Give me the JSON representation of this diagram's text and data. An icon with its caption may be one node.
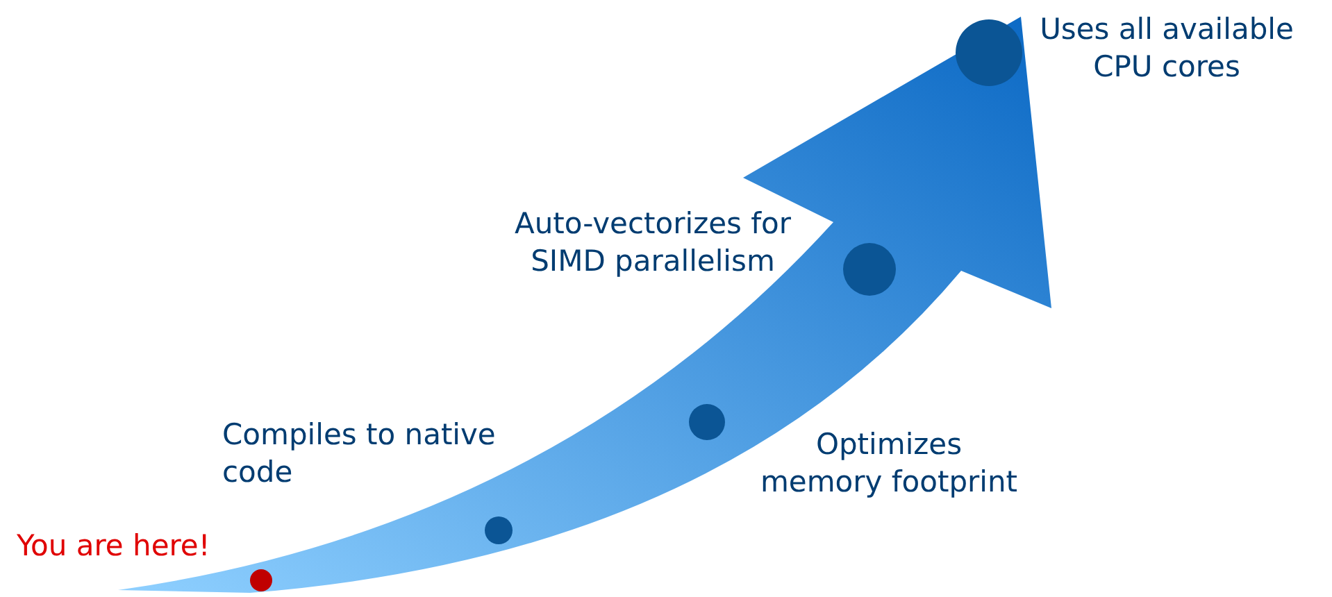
{
  "diagram": {
    "nodes": [
      {
        "text": [],
        "shape": "circle",
        "beside": [
          "You are here!"
        ]
      },
      {
        "text": [],
        "shape": "circle",
        "beside": [
          "Compiles to native code"
        ]
      },
      {
        "text": [],
        "shape": "circle",
        "beside": [
          "Optimizes memory footprint"
        ]
      },
      {
        "text": [],
        "shape": "circle",
        "beside": [
          "Auto-vectorizes for SIMD parallelism"
        ]
      },
      {
        "text": [],
        "shape": "circle",
        "beside": [
          "Uses all available CPU cores"
        ]
      }
    ]
  }
}
